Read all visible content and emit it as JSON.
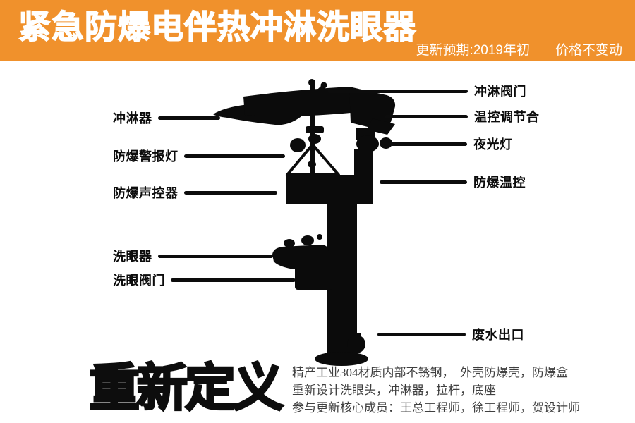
{
  "header": {
    "title": "紧急防爆电伴热冲淋洗眼器",
    "update_note": "更新预期:2019年初",
    "price_note": "价格不变动",
    "bg_color": "#F0912C",
    "text_color": "#FFFFFF"
  },
  "diagram": {
    "device": "explosion-proof-heated-eyewash-shower-silhouette",
    "ink_color": "#0B0B0B",
    "labels_left": [
      {
        "text": "冲淋器"
      },
      {
        "text": "防爆警报灯"
      },
      {
        "text": "防爆声控器"
      },
      {
        "text": "洗眼器"
      },
      {
        "text": "洗眼阀门"
      }
    ],
    "labels_right": [
      {
        "text": "冲淋阀门"
      },
      {
        "text": "温控调节合"
      },
      {
        "text": "夜光灯"
      },
      {
        "text": "防爆温控"
      },
      {
        "text": "废水出口"
      }
    ]
  },
  "footer": {
    "slogan": "重新定义",
    "lines": [
      "精产工业304材质内部不锈钢，  外壳防爆壳，防爆盒",
      "重新设计洗眼头，冲淋器，拉杆，底座",
      "参与更新核心成员：王总工程师，徐工程师，贺设计师"
    ]
  }
}
